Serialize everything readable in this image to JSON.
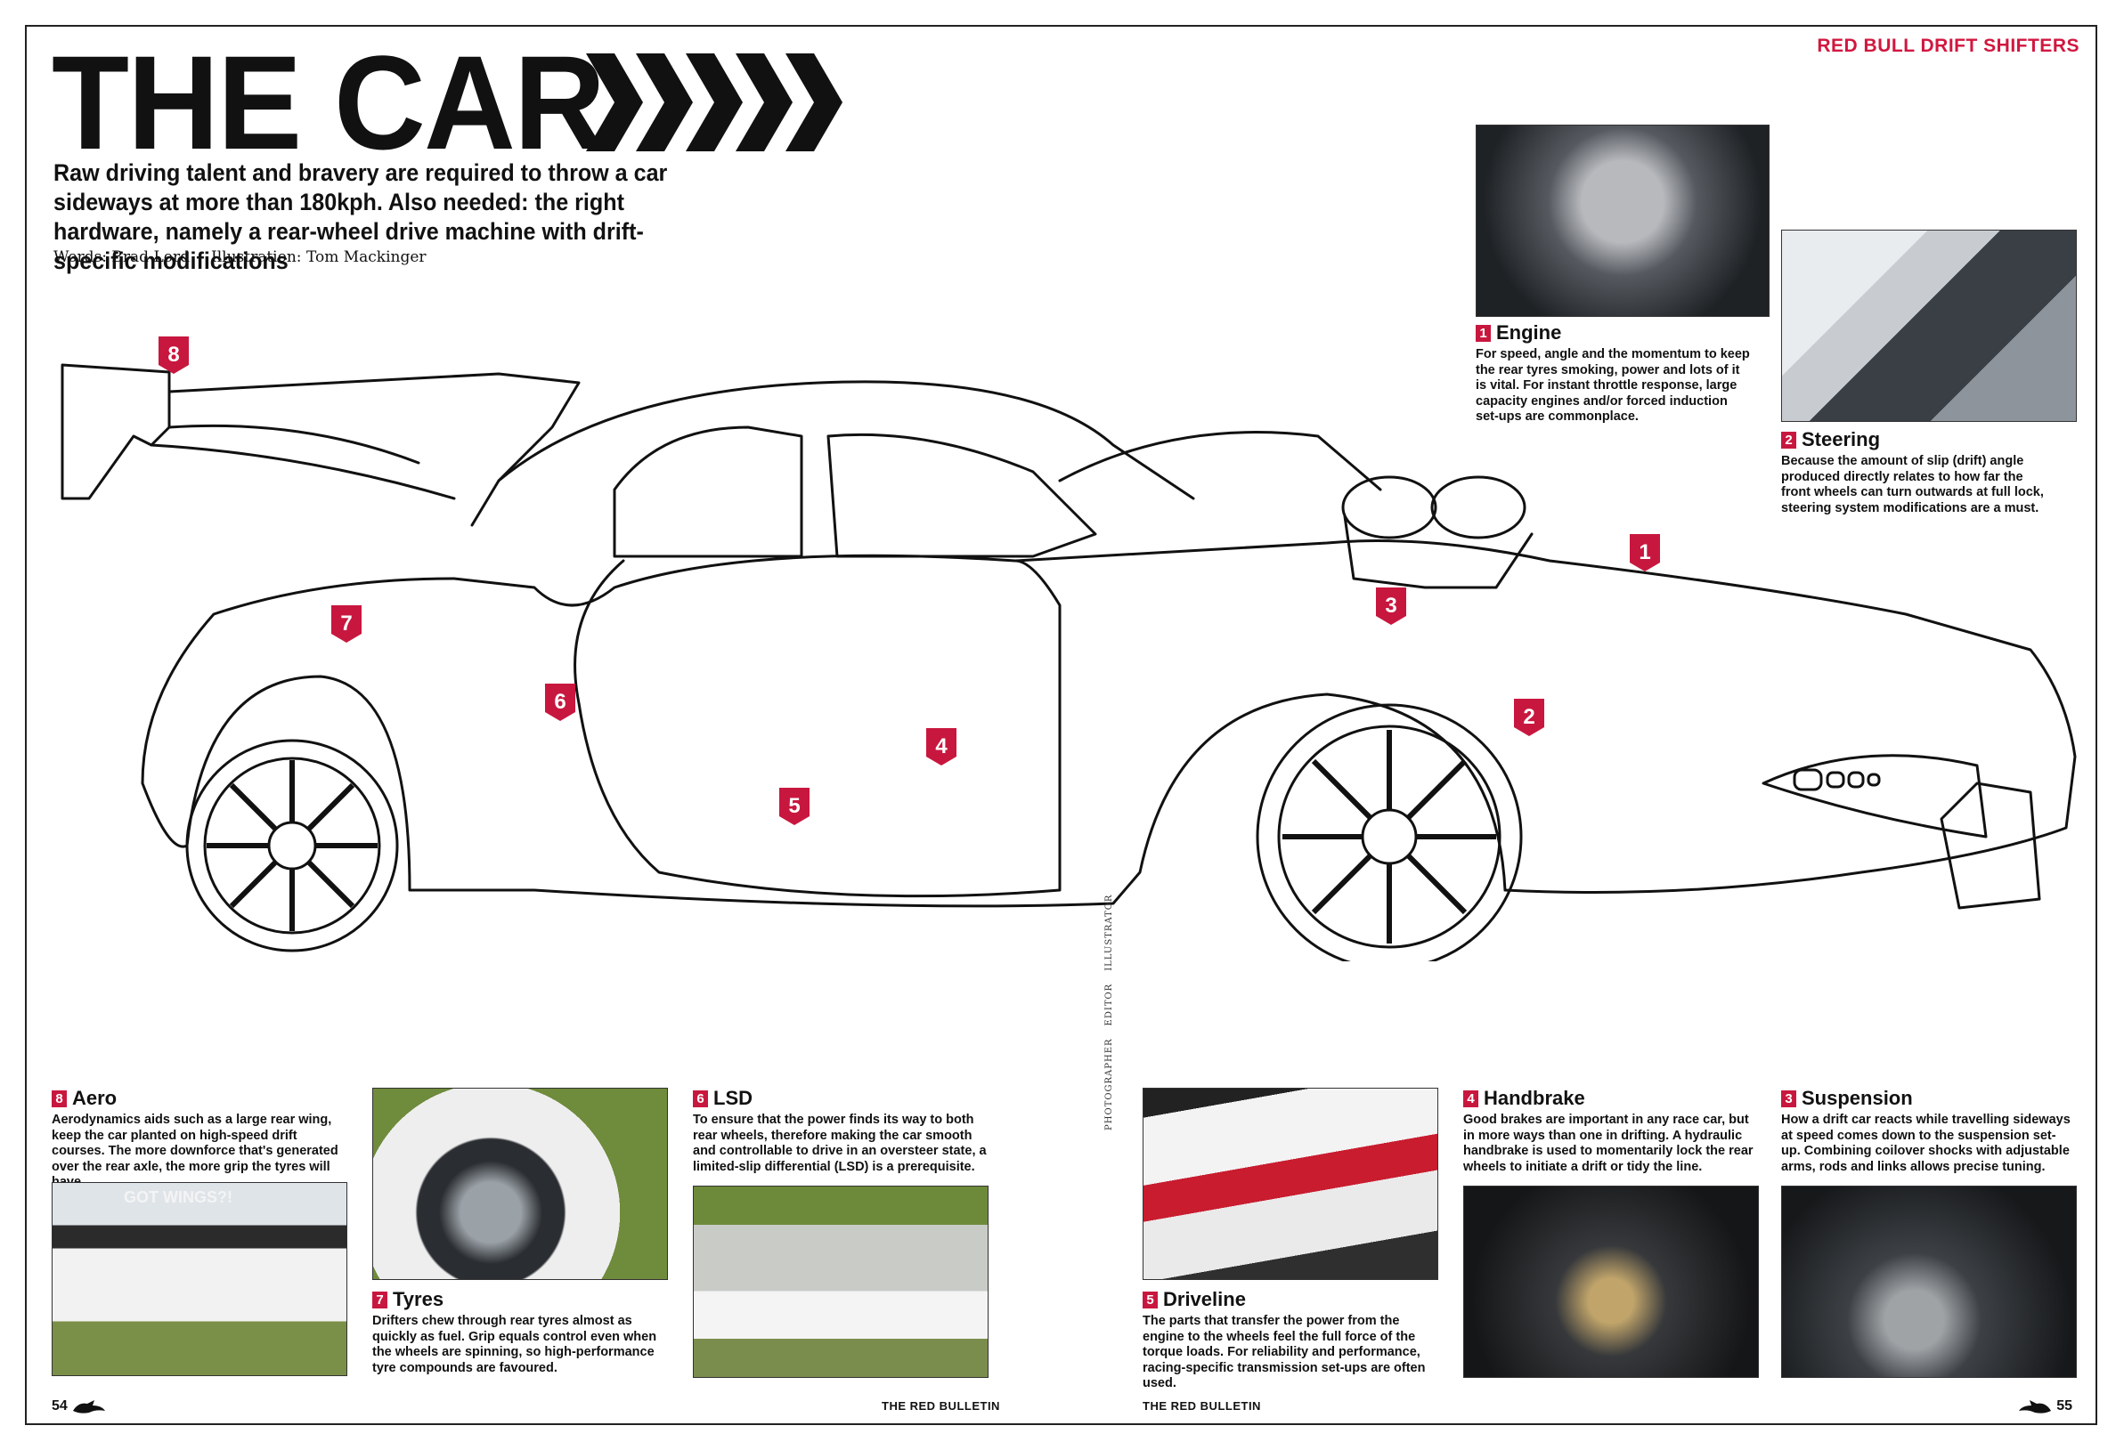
{
  "header": {
    "headline": "THE CAR",
    "section": "RED BULL DRIFT SHIFTERS",
    "standfirst": "Raw driving talent and bravery are required to throw a car sideways at more than 180kph. Also needed: the right hardware, namely a rear-wheel drive machine with drift-specific modifications",
    "words": "Words: Brad Lord",
    "illustration": "Illustration: Tom Mackinger"
  },
  "sections": {
    "engine": {
      "num": "1",
      "title": "Engine",
      "text": "For speed, angle and the momentum to keep the rear tyres smoking, power and lots of it is vital. For instant throttle response, large capacity engines and/or forced induction set-ups are commonplace."
    },
    "steering": {
      "num": "2",
      "title": "Steering",
      "text": "Because the amount of slip (drift) angle produced directly relates to how far the front wheels can turn outwards at full lock, steering system modifications are a must."
    },
    "aero": {
      "num": "8",
      "title": "Aero",
      "text": "Aerodynamics aids such as a large rear wing, keep the car planted on high-speed drift courses. The more downforce that's generated over the rear axle, the more grip the tyres will have."
    },
    "tyres": {
      "num": "7",
      "title": "Tyres",
      "text": "Drifters chew through rear tyres almost as quickly as fuel. Grip equals control even when the wheels are spinning, so high-performance tyre compounds are favoured."
    },
    "lsd": {
      "num": "6",
      "title": "LSD",
      "text": "To ensure that the power finds its way to both rear wheels, therefore making the car smooth and controllable to drive in an oversteer state, a limited-slip differential (LSD) is a prerequisite."
    },
    "driveline": {
      "num": "5",
      "title": "Driveline",
      "text": "The parts that transfer the power from the engine to the wheels feel the full force of the torque loads. For reliability and performance, racing-specific transmission set-ups are often used."
    },
    "handbrake": {
      "num": "4",
      "title": "Handbrake",
      "text": "Good brakes are important in any race car, but in more ways than one in drifting. A hydraulic handbrake is used to momentarily lock the rear wheels to initiate a drift or tidy the line."
    },
    "suspension": {
      "num": "3",
      "title": "Suspension",
      "text": "How a drift car reacts while travelling sideways at speed comes down to the suspension set-up. Combining coilover shocks with adjustable arms, rods and links allows precise tuning."
    }
  },
  "photos": {
    "aero_caption": "GOT WINGS?!"
  },
  "markers": [
    "1",
    "2",
    "3",
    "4",
    "5",
    "6",
    "7",
    "8"
  ],
  "footer": {
    "page_left": "54",
    "page_right": "55",
    "runner_left": "THE RED BULLETIN",
    "runner_right": "THE RED BULLETIN",
    "side_credits": [
      "PHOTOGRAPHER",
      "EDITOR",
      "ILLUSTRATOR"
    ]
  },
  "colors": {
    "accent": "#c8173e"
  }
}
